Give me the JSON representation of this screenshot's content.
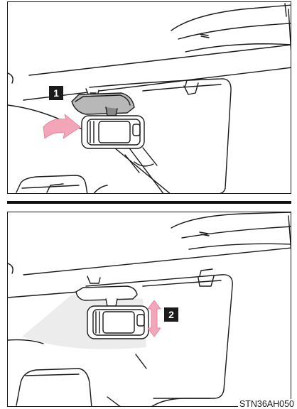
{
  "steps": {
    "step1": "1",
    "step2": "2"
  },
  "figure_code": "STN36AH050",
  "colors": {
    "arrow_pink": "#f2a6b8",
    "arrow_pink_dark": "#e8879e",
    "line": "#1a1a1a",
    "shade": "#e9e9e9"
  },
  "icons": {
    "rotate_arrow": "curved-pink-arrow",
    "updown_arrow": "double-headed-vertical-pink-arrow"
  }
}
